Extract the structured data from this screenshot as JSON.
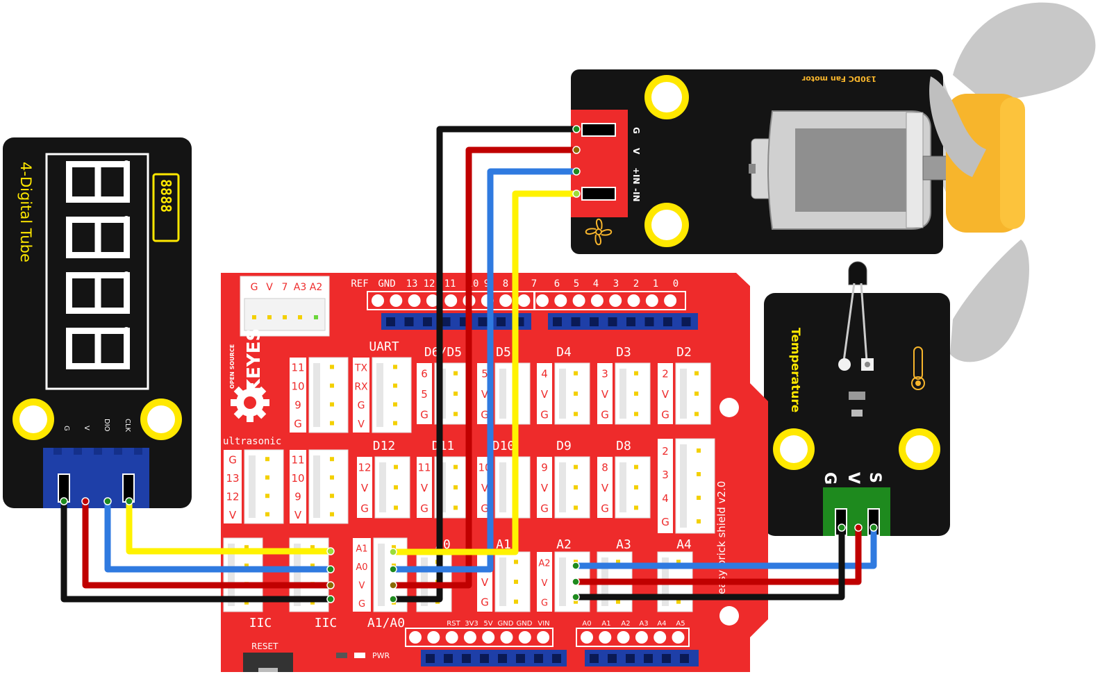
{
  "colors": {
    "board_red": "#ee2b2b",
    "module_black": "#141414",
    "accent_yellow": "#ffe800",
    "wire_black": "#111111",
    "wire_red": "#c00000",
    "wire_blue": "#2f7ae0",
    "wire_yellow": "#fff200",
    "header_blue": "#1e3fa8",
    "header_green": "#1e8a1e",
    "fan_blade": "#c8c8c8",
    "fan_hub": "#f7b52c"
  },
  "tube_module": {
    "title": "4-Digital Tube",
    "badge": "8888",
    "pins": [
      "G",
      "V",
      "DIO",
      "CLK"
    ]
  },
  "fan_module": {
    "title": "130DC Fan motor",
    "pins": [
      "G",
      "V",
      "+IN",
      "-IN"
    ],
    "icon": "fan-icon"
  },
  "temp_module": {
    "title": "Temperature",
    "pins": [
      "G",
      "V",
      "S"
    ],
    "icon": "thermometer-icon"
  },
  "shield": {
    "brand_small": "OPEN SOURCE",
    "brand": "KEYES",
    "board_name": "easy brick shield v2.0",
    "top_header": [
      "REF",
      "GND",
      "13",
      "12",
      "11",
      "10",
      "9",
      "8",
      "7",
      "6",
      "5",
      "4",
      "3",
      "2",
      "1",
      "0"
    ],
    "top_left_conn": [
      "G",
      "V",
      "7",
      "A3",
      "A2"
    ],
    "ports": {
      "uart": {
        "title": "UART",
        "pins": [
          "TX",
          "RX",
          "G",
          "V"
        ]
      },
      "spi": {
        "pins": [
          "11",
          "10",
          "9",
          "G"
        ]
      },
      "d6d5": {
        "title": "D6/D5",
        "pins": [
          "6",
          "5",
          "G"
        ]
      },
      "d5": {
        "title": "D5",
        "pins": [
          "5",
          "V",
          "G"
        ]
      },
      "d4": {
        "title": "D4",
        "pins": [
          "4",
          "V",
          "G"
        ]
      },
      "d3": {
        "title": "D3",
        "pins": [
          "3",
          "V",
          "G"
        ]
      },
      "d2": {
        "title": "D2",
        "pins": [
          "2",
          "V",
          "G"
        ]
      },
      "ultrasonic": {
        "title": "ultrasonic",
        "pins": [
          "G",
          "13",
          "12",
          "V"
        ]
      },
      "spi2": {
        "pins": [
          "11",
          "10",
          "9",
          "V"
        ]
      },
      "d12": {
        "title": "D12",
        "pins": [
          "12",
          "V",
          "G"
        ]
      },
      "d11": {
        "title": "D11",
        "pins": [
          "11",
          "V",
          "G"
        ]
      },
      "d10": {
        "title": "D10",
        "pins": [
          "10",
          "V",
          "G"
        ]
      },
      "d9": {
        "title": "D9",
        "pins": [
          "9",
          "V",
          "G"
        ]
      },
      "d8": {
        "title": "D8",
        "pins": [
          "8",
          "V",
          "G"
        ]
      },
      "d2345": {
        "pins": [
          "2",
          "3",
          "4",
          "G"
        ]
      },
      "iic1": {
        "title": "IIC"
      },
      "iic2": {
        "title": "IIC"
      },
      "a1a0": {
        "title": "A1/A0",
        "pins": [
          "A1",
          "A0",
          "V",
          "G"
        ]
      },
      "a0": {
        "title": "A0"
      },
      "a1": {
        "title": "A1",
        "pins": [
          "V",
          "G"
        ]
      },
      "a2": {
        "title": "A2",
        "pins": [
          "A2",
          "V",
          "G"
        ]
      },
      "a3": {
        "title": "A3"
      },
      "a4": {
        "title": "A4"
      }
    },
    "power_header": [
      "RST",
      "3V3",
      "5V",
      "GND",
      "GND",
      "VIN"
    ],
    "analog_header": [
      "A0",
      "A1",
      "A2",
      "A3",
      "A4",
      "A5"
    ],
    "reset_label": "RESET",
    "pwr_label": "PWR"
  }
}
